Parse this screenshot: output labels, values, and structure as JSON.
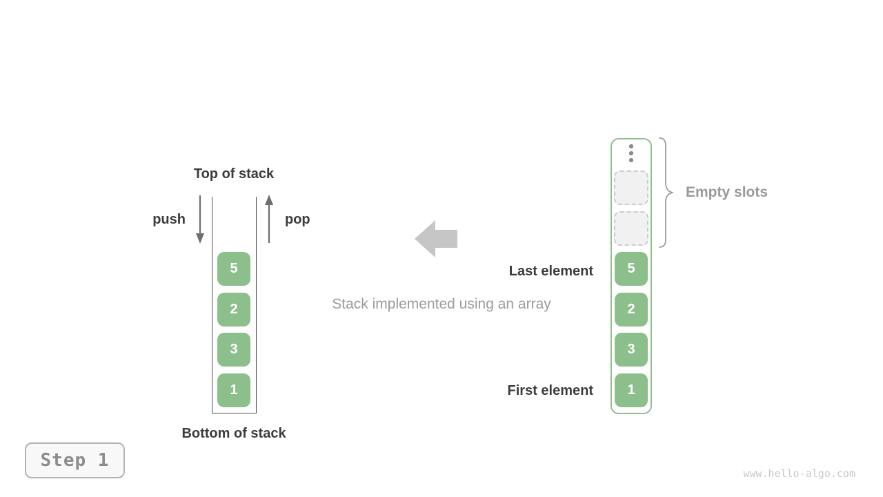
{
  "figure": {
    "caption": "Stack implemented using an array"
  },
  "left_stack": {
    "top_label": "Top of stack",
    "bottom_label": "Bottom of stack",
    "push_label": "push",
    "pop_label": "pop",
    "elements": [
      "5",
      "2",
      "3",
      "1"
    ]
  },
  "right_array": {
    "last_element_label": "Last element",
    "first_element_label": "First element",
    "empty_slots_label": "Empty slots",
    "empty_slot_count": 2,
    "elements": [
      "5",
      "2",
      "3",
      "1"
    ],
    "ellipsis_icon": "vertical-ellipsis"
  },
  "footer": {
    "step_label": "Step 1",
    "watermark": "www.hello-algo.com"
  },
  "colors": {
    "green": "#8cbf8c",
    "text_dark": "#3b3b3b",
    "text_gray": "#9a9a9a",
    "caption_gray": "#9b9b9b",
    "arrow_gray": "#6e6e6e",
    "block_arrow_gray": "#c6c6c6",
    "wall_dark": "#4f4f4f",
    "slot_fill": "#f1f1f1",
    "slot_border": "#cccccc",
    "badge_border": "#b3b3b3",
    "badge_bg": "#f8f8f8",
    "badge_text": "#8c8c8c",
    "watermark_gray": "#c9c9c9"
  }
}
